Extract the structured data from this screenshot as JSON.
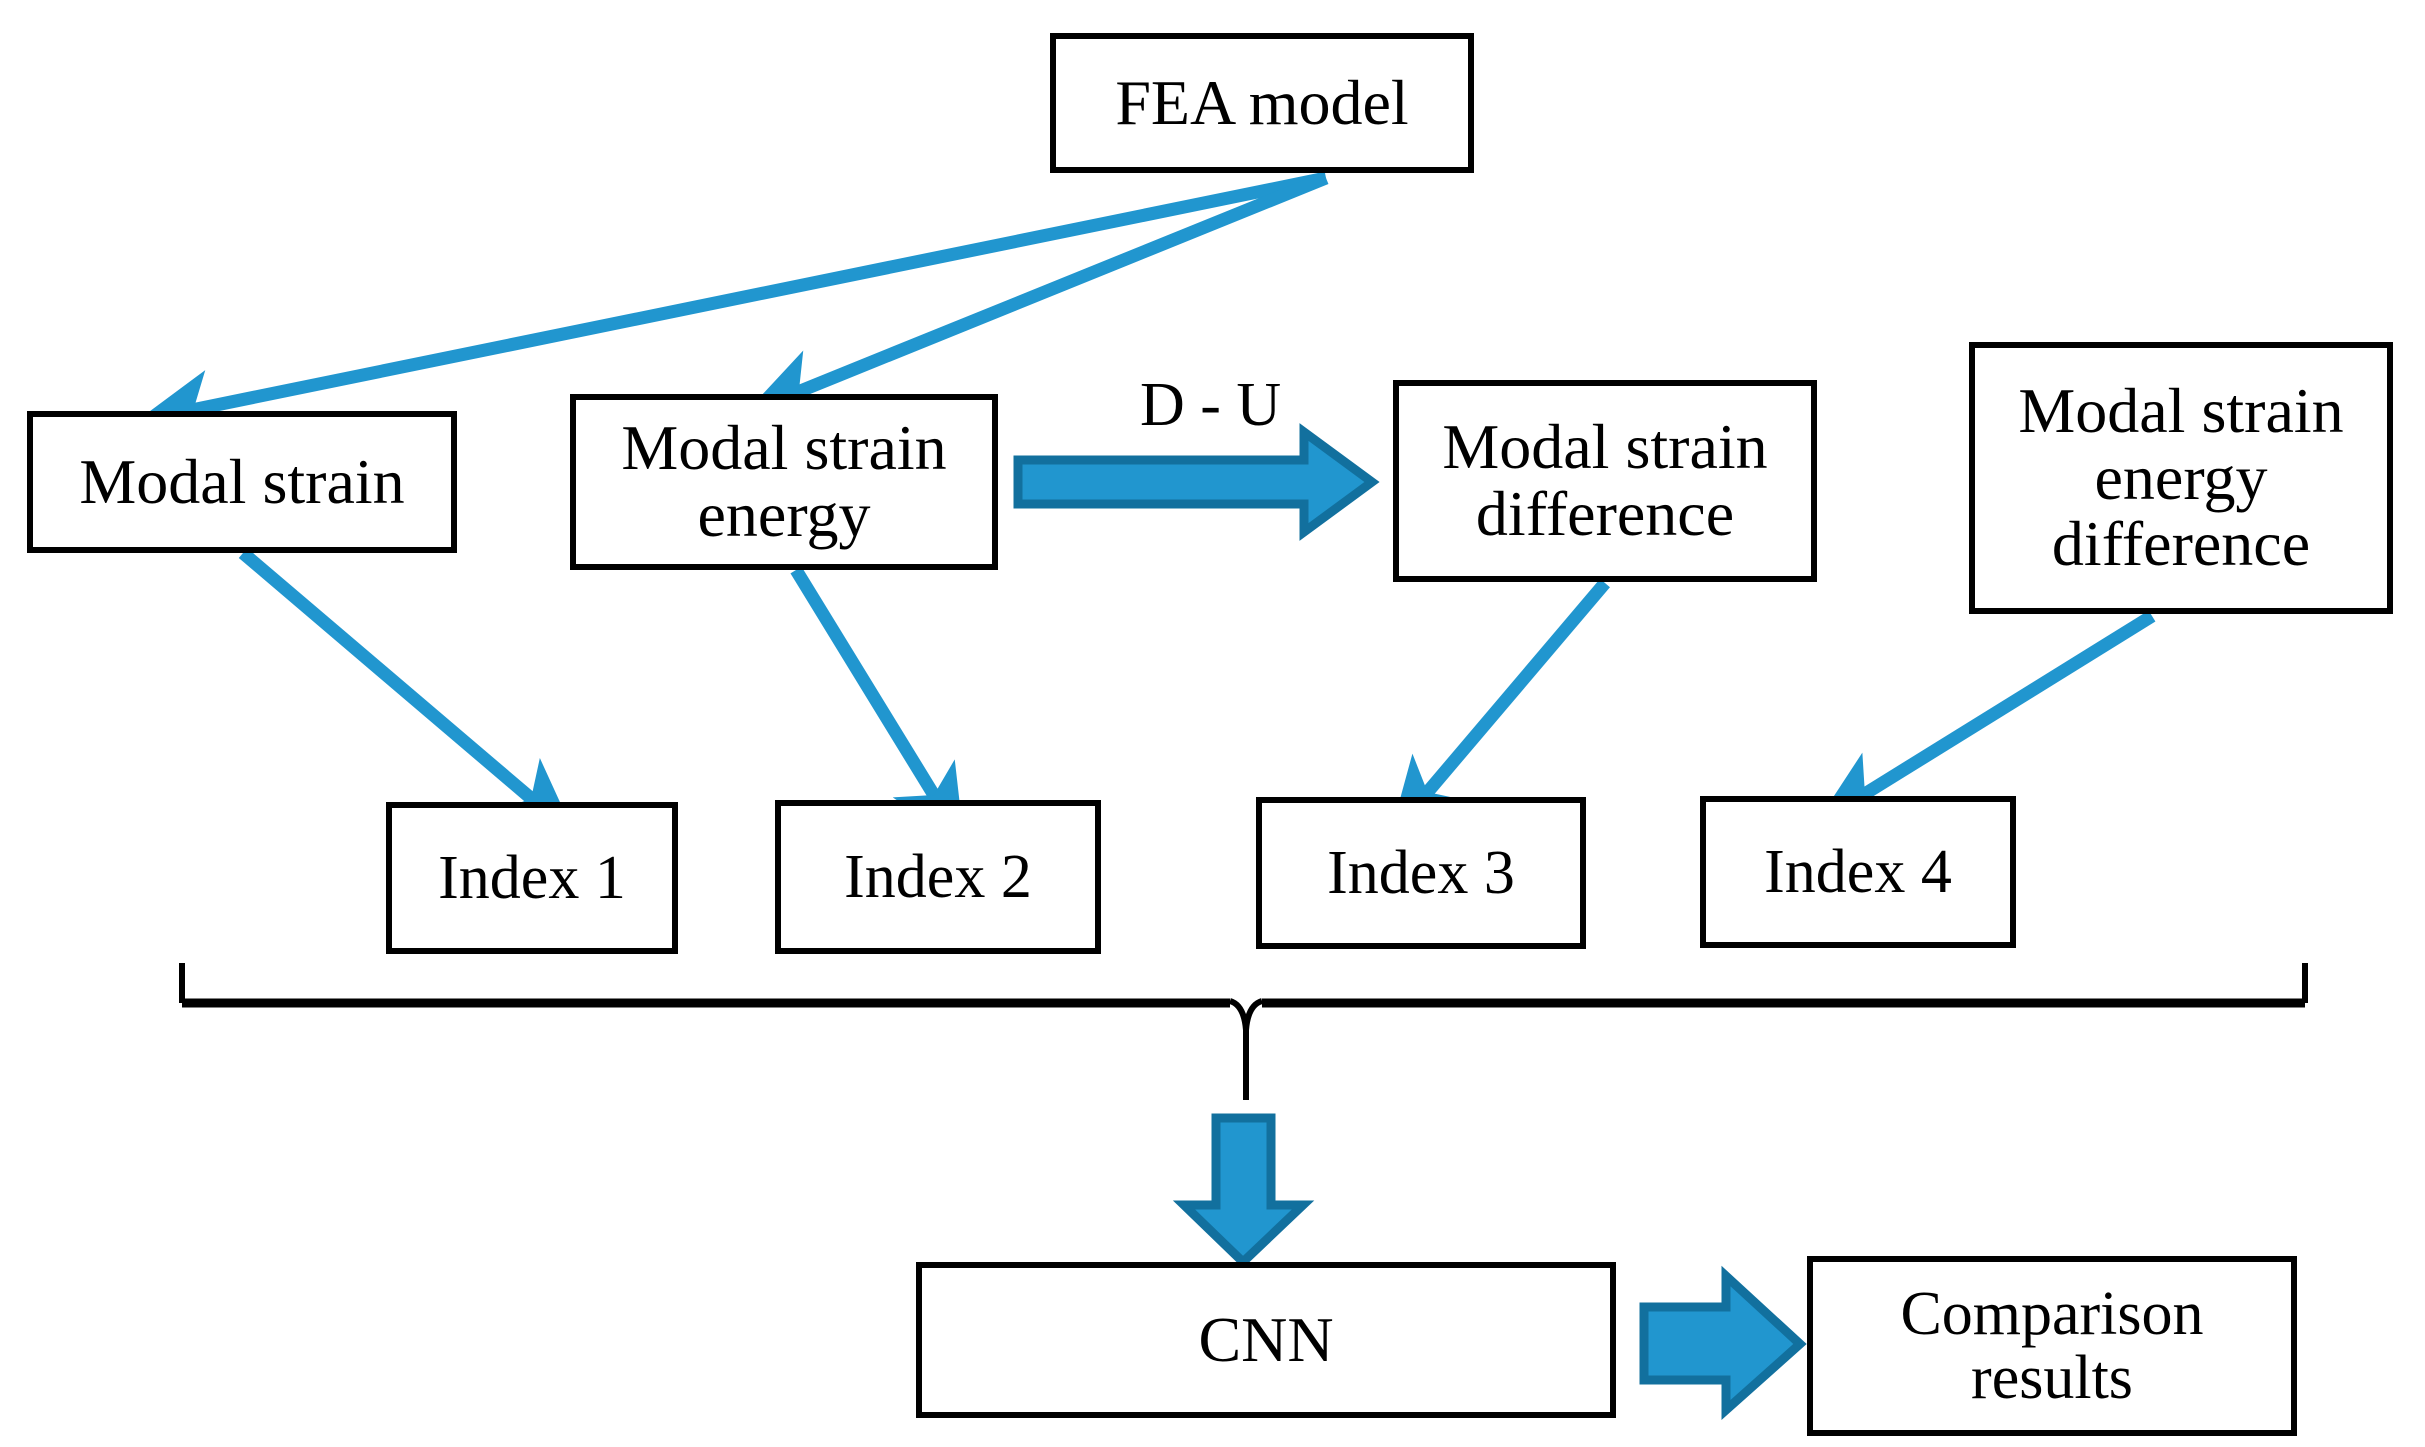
{
  "diagram": {
    "title": "Damage index construction and CNN comparison flowchart",
    "accent_color": "#2196cf",
    "accent_border_color": "#12709e",
    "line_color": "#000000",
    "background": "#ffffff"
  },
  "nodes": {
    "fea_model": "FEA model",
    "modal_strain": "Modal strain",
    "modal_strain_energy": "Modal strain\nenergy",
    "modal_strain_difference": "Modal strain\ndifference",
    "modal_strain_energy_difference": "Modal strain\nenergy\ndifference",
    "index_1": "Index 1",
    "index_2": "Index 2",
    "index_3": "Index 3",
    "index_4": "Index 4",
    "cnn": "CNN",
    "comparison_results": "Comparison\nresults"
  },
  "labels": {
    "d_minus_u": "D - U"
  },
  "connections": [
    {
      "id": "fea-to-modal-strain",
      "from": "fea_model",
      "to": "modal_strain",
      "kind": "thin-arrow"
    },
    {
      "id": "fea-to-mse",
      "from": "fea_model",
      "to": "modal_strain_energy",
      "kind": "thin-arrow"
    },
    {
      "id": "mse-to-msd",
      "from": "modal_strain_energy",
      "to": "modal_strain_difference",
      "kind": "block-arrow",
      "label": "D - U"
    },
    {
      "id": "ms-to-index1",
      "from": "modal_strain",
      "to": "index_1",
      "kind": "thin-arrow"
    },
    {
      "id": "mse-to-index2",
      "from": "modal_strain_energy",
      "to": "index_2",
      "kind": "thin-arrow"
    },
    {
      "id": "msd-to-index3",
      "from": "modal_strain_difference",
      "to": "index_3",
      "kind": "thin-arrow"
    },
    {
      "id": "msed-to-index4",
      "from": "modal_strain_energy_difference",
      "to": "index_4",
      "kind": "thin-arrow"
    },
    {
      "id": "indices-brace",
      "from": "index_1..index_4",
      "to": "cnn",
      "kind": "brace"
    },
    {
      "id": "brace-to-cnn",
      "from": "indices-brace",
      "to": "cnn",
      "kind": "block-arrow-down"
    },
    {
      "id": "cnn-to-comparison",
      "from": "cnn",
      "to": "comparison_results",
      "kind": "block-arrow-right"
    }
  ]
}
